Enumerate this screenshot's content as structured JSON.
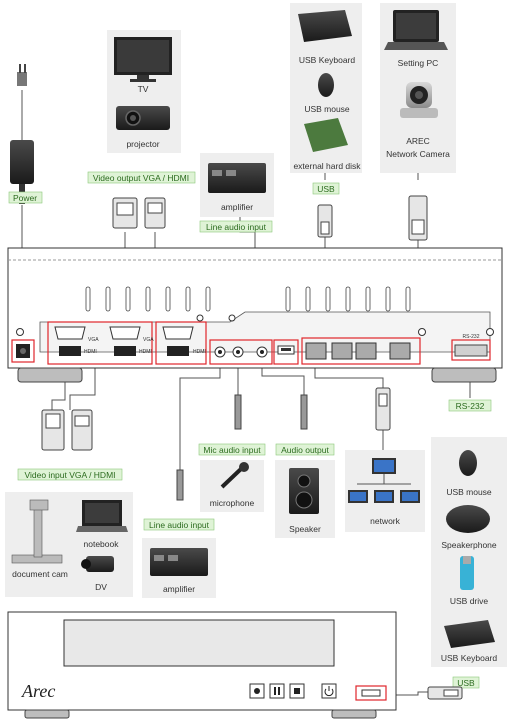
{
  "labels": {
    "usb_keyboard_top": "USB Keyboard",
    "usb_mouse_top": "USB mouse",
    "external_hard_disk": "external hard disk",
    "setting_pc": "Setting PC",
    "arec_network_camera": "AREC\nNetwork Camera",
    "tv": "TV",
    "projector": "projector",
    "amplifier_top": "amplifier",
    "document_cam": "document cam",
    "notebook": "notebook",
    "dv": "DV",
    "microphone": "microphone",
    "speaker": "Speaker",
    "network": "network",
    "amplifier_bottom": "amplifier",
    "usb_mouse_right": "USB mouse",
    "speakerphone": "Speakerphone",
    "usb_drive": "USB drive",
    "usb_keyboard_right": "USB Keyboard"
  },
  "tags": {
    "power": "Power",
    "video_output": "Video output VGA / HDMI",
    "line_audio_input_top": "Line audio input",
    "usb_top": "USB",
    "rs232": "RS-232",
    "video_input": "Video input VGA / HDMI",
    "mic_audio_input": "Mic audio input",
    "audio_output": "Audio output",
    "line_audio_input_bottom": "Line audio input",
    "usb_bottom": "USB"
  },
  "panel": {
    "hdmi_text": "HDMI",
    "rs232_port_text": "RS-232",
    "vga_text": "VGA"
  },
  "device": {
    "brand": "Arec"
  },
  "colors": {
    "tag_fill": "#dff3d6",
    "tag_text": "#2b6b1e",
    "highlight_red": "#e0262b",
    "card_bg": "#eeeeee",
    "chassis_outline": "#333333"
  },
  "icons": {
    "record": "record-icon",
    "pause": "pause-icon",
    "stop": "stop-icon",
    "power": "power-icon"
  }
}
